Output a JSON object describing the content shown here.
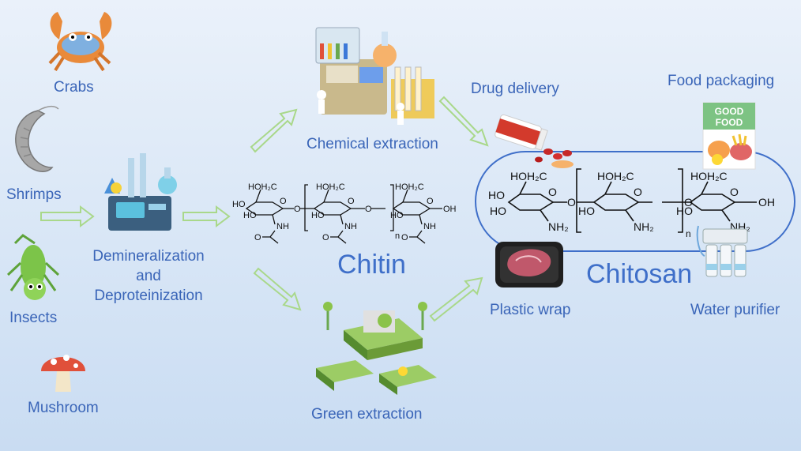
{
  "sources": {
    "crabs": "Crabs",
    "shrimps": "Shrimps",
    "insects": "Insects",
    "mushroom": "Mushroom"
  },
  "process": {
    "line1": "Demineralization",
    "line2": "and",
    "line3": "Deproteinization"
  },
  "extraction": {
    "chemical": "Chemical extraction",
    "green": "Green extraction"
  },
  "products": {
    "chitin": "Chitin",
    "chitosan": "Chitosan"
  },
  "applications": {
    "drug_delivery": "Drug delivery",
    "food_packaging": "Food packaging",
    "plastic_wrap": "Plastic wrap",
    "water_purifier": "Water purifier"
  },
  "illustration_text": {
    "good_food_line1": "GOOD",
    "good_food_line2": "FOOD"
  },
  "chitin_structure": {
    "ring_group": "HOH₂C",
    "ho": "HO",
    "o": "O",
    "nh": "NH",
    "oh": "OH",
    "n": "n"
  },
  "chitosan_structure": {
    "ring_group": "HOH₂C",
    "ho": "HO",
    "o": "O",
    "nh2": "NH₂",
    "oh": "OH",
    "n": "n"
  },
  "colors": {
    "label_blue": "#3a65b8",
    "arrow_green": "#a9d88a",
    "chitosan_outline": "#3f6fc9"
  }
}
